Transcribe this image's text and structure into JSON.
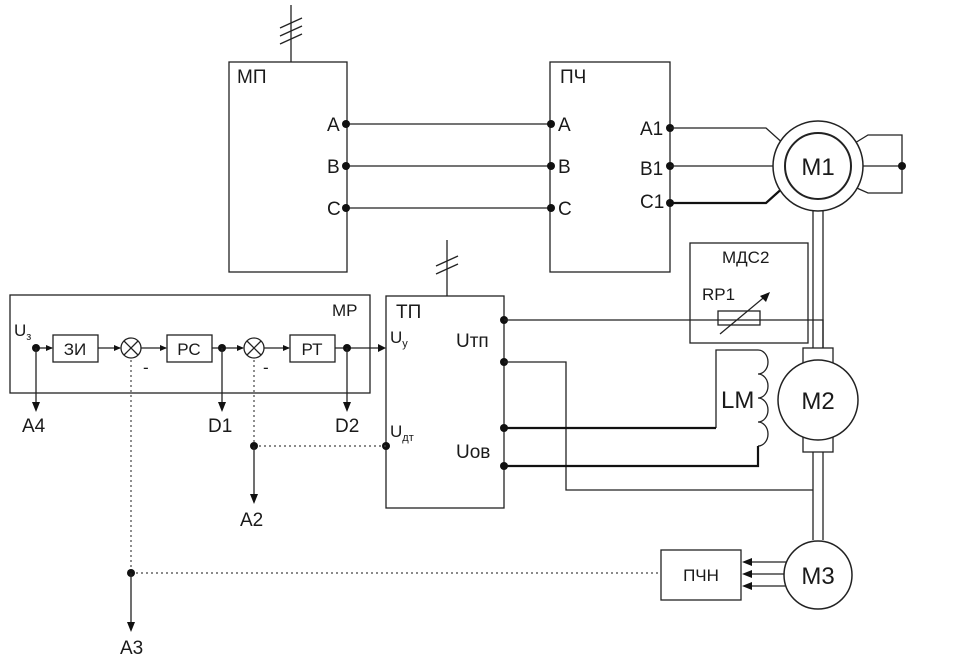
{
  "blocks": {
    "mp": {
      "title": "МП",
      "a": "A",
      "b": "B",
      "c": "C"
    },
    "pch": {
      "title": "ПЧ",
      "a": "A",
      "b": "B",
      "c": "C",
      "a1": "A1",
      "b1": "B1",
      "c1": "C1"
    },
    "mr": {
      "title": "МР"
    },
    "zi": "ЗИ",
    "rs": "РС",
    "rt": "РТ",
    "tp": {
      "title": "ТП",
      "u_tp": "Uтп",
      "u_ov": "Uов"
    },
    "mds2": {
      "title": "МДС2",
      "rp1": "RP1"
    },
    "pchn": "ПЧН"
  },
  "inputs": {
    "u_z": {
      "main": "U",
      "sub": "з"
    },
    "u_y": {
      "main": "U",
      "sub": "у"
    },
    "u_dt": {
      "main": "U",
      "sub": "дт"
    }
  },
  "motors": {
    "m1": "M1",
    "m2": "M2",
    "m3": "M3",
    "lm": "LM"
  },
  "outputs": {
    "a2": "A2",
    "a3": "A3",
    "a4": "A4",
    "d1": "D1",
    "d2": "D2"
  },
  "summing_signs": {
    "s1": "-",
    "s2": "-"
  }
}
